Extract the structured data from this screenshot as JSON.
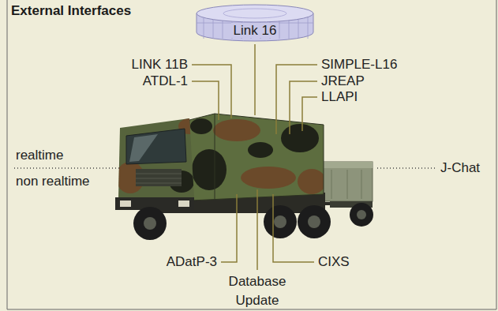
{
  "diagram": {
    "title": "External Interfaces",
    "nodes": [
      {
        "text": [
          "Link 16"
        ]
      }
    ],
    "labels": [
      "LINK 11B",
      "ATDL-1",
      "SIMPLE-L16",
      "JREAP",
      "LLAPI",
      "realtime",
      "non realtime",
      "J-Chat",
      "ADatP-3",
      "Database Update",
      "CIXS"
    ]
  }
}
